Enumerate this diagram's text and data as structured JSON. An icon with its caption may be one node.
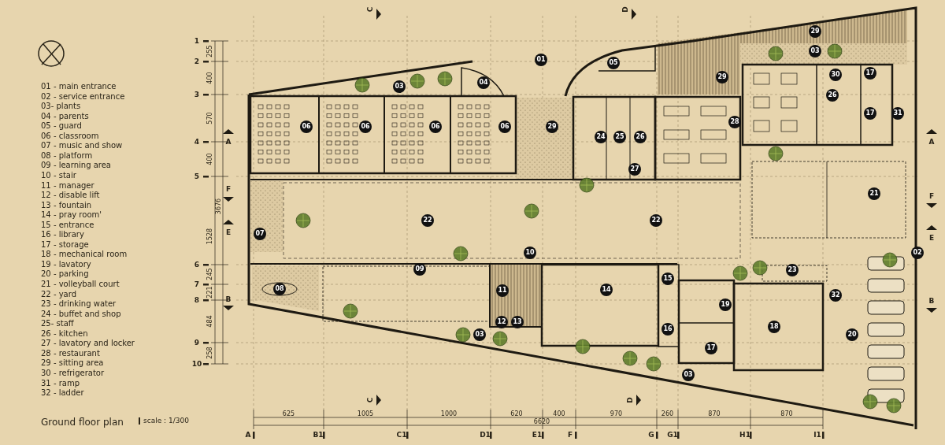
{
  "diagram": {
    "title": "Ground floor plan",
    "caption": "scale : 1/300",
    "labels": [
      "01 - main entrance",
      "02 - service entrance",
      "03- plants",
      "04 - parents",
      "05 - guard",
      "06 - classroom",
      "07 - music and show",
      "08 - platform",
      "09 - learning area",
      "10 - stair",
      "11 - manager",
      "12 - disable lift",
      "13 - fountain",
      "14 - pray room'",
      "15 - entrance",
      "16 - library",
      "17 - storage",
      "18 - mechanical room",
      "19 - lavatory",
      "20 - parking",
      "21 - volleyball court",
      "22 - yard",
      "23 - drinking water",
      "24 - buffet and shop",
      "25- staff",
      "26 - kitchen",
      "27 - lavatory and locker",
      "28 - restaurant",
      "29 - sitting area",
      "30 - refrigerator",
      "31 - ramp",
      "32 - ladder",
      "1",
      "2",
      "3",
      "4",
      "5",
      "6",
      "7",
      "8",
      "9",
      "10",
      "255",
      "400",
      "570",
      "400",
      "1528",
      "245",
      "221",
      "484",
      "258",
      "3676",
      "625",
      "1005",
      "1000",
      "620",
      "400",
      "970",
      "260",
      "870",
      "870",
      "6620",
      "A",
      "B1",
      "C1",
      "D1",
      "E1",
      "F",
      "G",
      "G1",
      "H1",
      "I1",
      "C",
      "D",
      "A",
      "F",
      "E",
      "B",
      "A",
      "F",
      "E",
      "B",
      "C",
      "D",
      "29",
      "03",
      "01",
      "05",
      "03",
      "04",
      "29",
      "26",
      "30",
      "17",
      "06",
      "06",
      "06",
      "06",
      "29",
      "24",
      "25",
      "26",
      "28",
      "17",
      "31",
      "27",
      "21",
      "22",
      "22",
      "07",
      "10",
      "02",
      "09",
      "15",
      "23",
      "08",
      "11",
      "14",
      "32",
      "19",
      "12",
      "13",
      "16",
      "18",
      "03",
      "20",
      "17",
      "03"
    ]
  }
}
